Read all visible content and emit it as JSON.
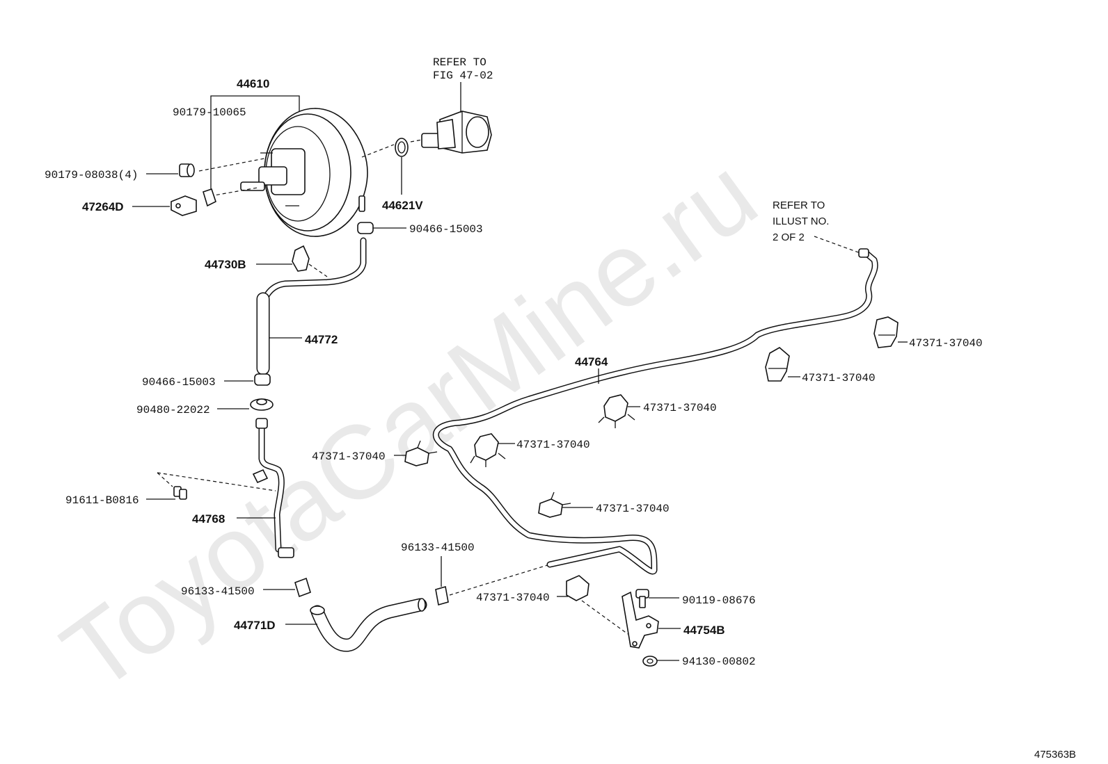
{
  "watermark": "ToyotaCarMine.ru",
  "figure_code": "475363B",
  "refer_fig": [
    "REFER TO",
    "FIG 47-02"
  ],
  "refer_illust": [
    "REFER TO",
    "ILLUST NO.",
    "2 OF 2"
  ],
  "labels": {
    "booster_assy": "44610",
    "stud_bolt": "90179-10065",
    "nut": "90179-08038(4)",
    "bracket_47264d": "47264D",
    "gasket": "44621V",
    "clip_upper": "90466-15003",
    "clamp_44730b": "44730B",
    "hose_44772": "44772",
    "clip_lower": "90466-15003",
    "grommet": "90480-22022",
    "bolt_91611": "91611-B0816",
    "pipe_44768": "44768",
    "clamp_96133_left": "96133-41500",
    "hose_44771d": "44771D",
    "clamp_96133_mid": "96133-41500",
    "tube_44764": "44764",
    "clip_a": "47371-37040",
    "clip_b": "47371-37040",
    "clip_c": "47371-37040",
    "clip_d": "47371-37040",
    "clip_e": "47371-37040",
    "clip_f": "47371-37040",
    "clip_g": "47371-37040",
    "bolt_90119": "90119-08676",
    "bracket_44754b": "44754B",
    "nut_94130": "94130-00802"
  }
}
